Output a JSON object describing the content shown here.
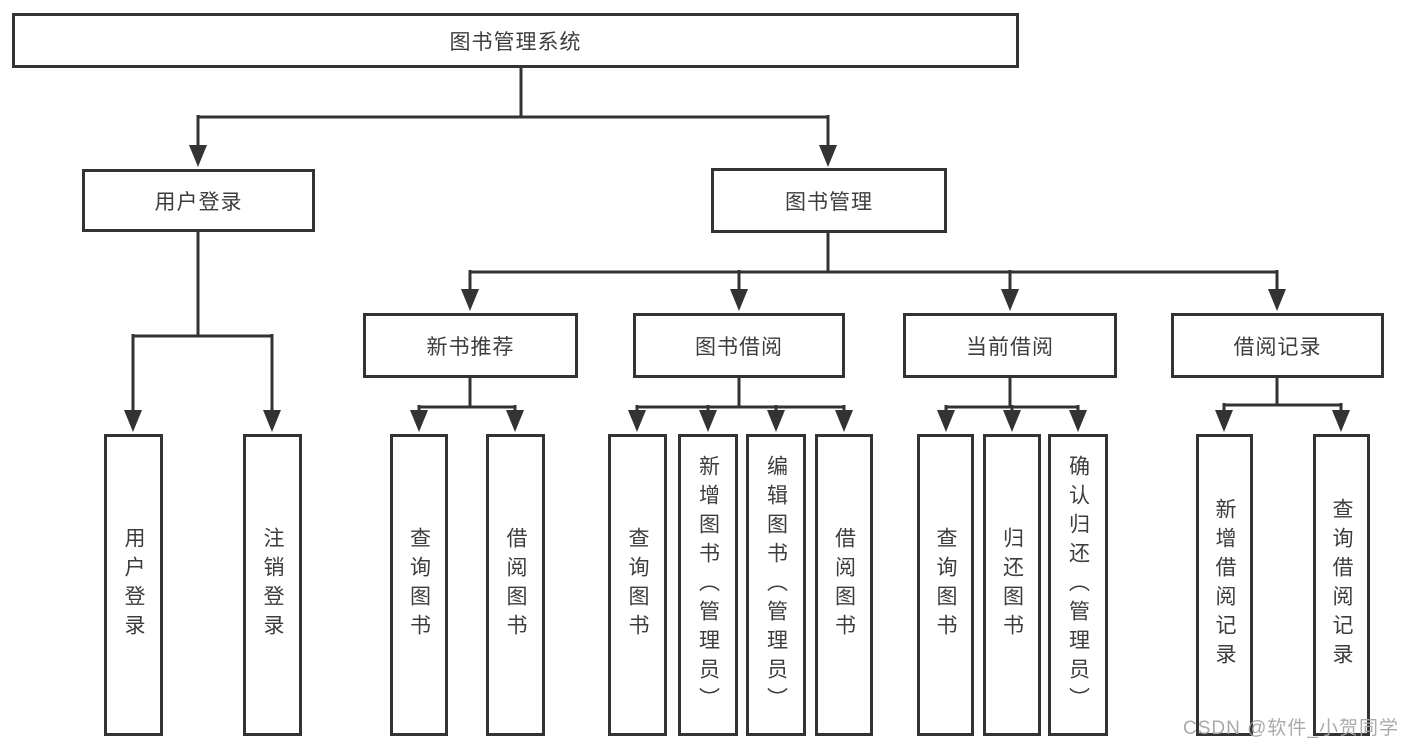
{
  "diagram": {
    "type": "hierarchy-tree",
    "colors": {
      "line": "#333333",
      "text": "#3d3d3d",
      "background": "#ffffff",
      "watermark": "#a5a5a5"
    },
    "nodes": {
      "root": {
        "label": "图书管理系统"
      },
      "level1": [
        {
          "label": "用户登录"
        },
        {
          "label": "图书管理"
        }
      ],
      "level2": [
        {
          "label": "新书推荐",
          "parent": "图书管理"
        },
        {
          "label": "图书借阅",
          "parent": "图书管理"
        },
        {
          "label": "当前借阅",
          "parent": "图书管理"
        },
        {
          "label": "借阅记录",
          "parent": "图书管理"
        }
      ],
      "leaves": [
        {
          "label": "用户登录",
          "parent": "用户登录"
        },
        {
          "label": "注销登录",
          "parent": "用户登录"
        },
        {
          "label": "查询图书",
          "parent": "新书推荐"
        },
        {
          "label": "借阅图书",
          "parent": "新书推荐"
        },
        {
          "label": "查询图书",
          "parent": "图书借阅"
        },
        {
          "label": "新增图书（管理员）",
          "parent": "图书借阅"
        },
        {
          "label": "编辑图书（管理员）",
          "parent": "图书借阅"
        },
        {
          "label": "借阅图书",
          "parent": "图书借阅"
        },
        {
          "label": "查询图书",
          "parent": "当前借阅"
        },
        {
          "label": "归还图书",
          "parent": "当前借阅"
        },
        {
          "label": "确认归还（管理员）",
          "parent": "当前借阅"
        },
        {
          "label": "新增借阅记录",
          "parent": "借阅记录"
        },
        {
          "label": "查询借阅记录",
          "parent": "借阅记录"
        }
      ]
    },
    "watermark": "CSDN @软件_小贺同学"
  }
}
